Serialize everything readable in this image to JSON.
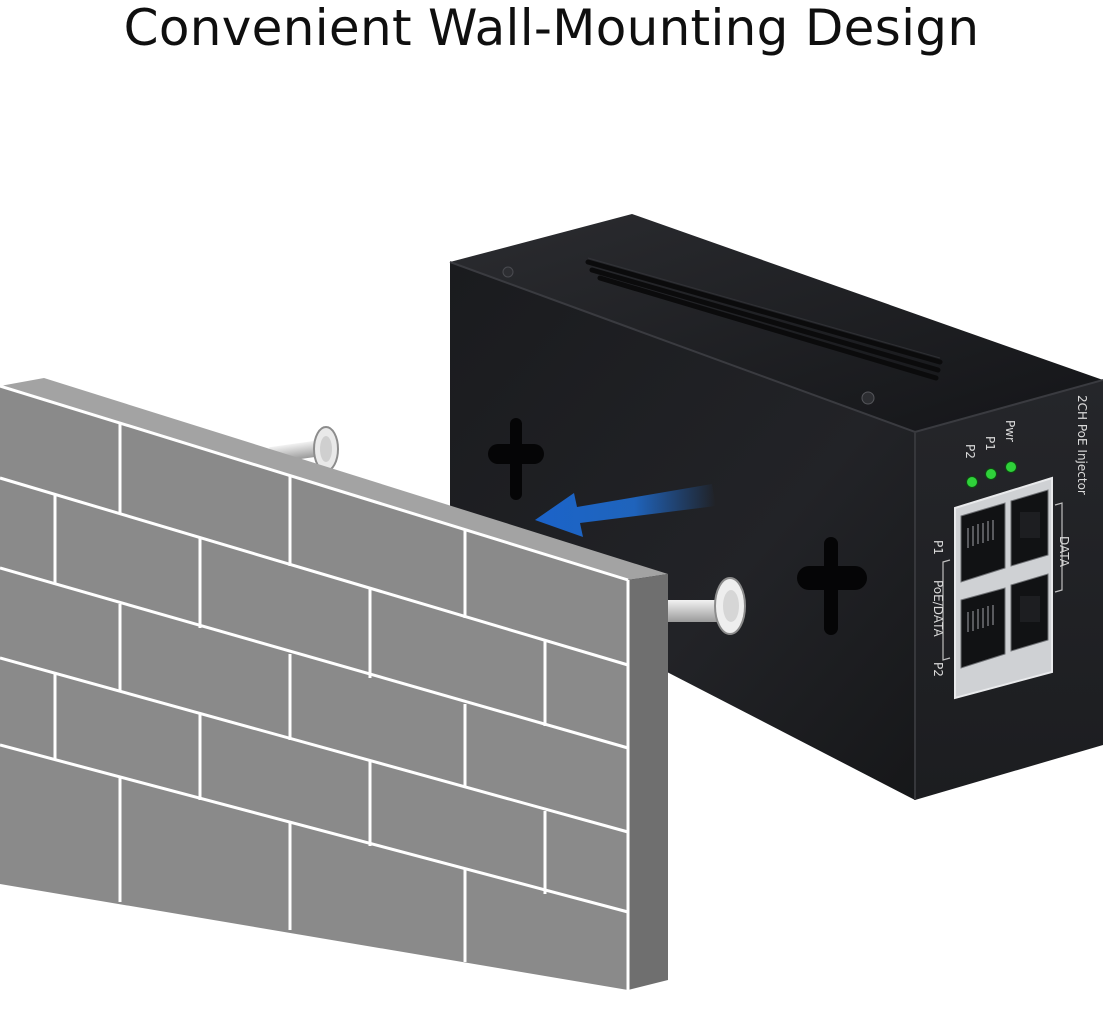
{
  "headline": "Convenient Wall-Mounting Design",
  "device": {
    "model": "2CH PoE Injector",
    "led_labels": [
      "Pwr",
      "P1",
      "P2"
    ],
    "port_labels": {
      "data": "DATA",
      "poe_data": "PoE/DATA",
      "p1": "P1",
      "p2": "P2"
    }
  },
  "colors": {
    "device_body": "#1c1d20",
    "wall_brick": "#8a8a8a",
    "mortar": "#ffffff",
    "arrow": "#1f6fd6",
    "led": "#2fd13a"
  },
  "icons": [
    "mount-arrow-icon",
    "keyhole-slot-icon",
    "screw-icon",
    "led-indicator-icon",
    "rj45-port-icon"
  ]
}
